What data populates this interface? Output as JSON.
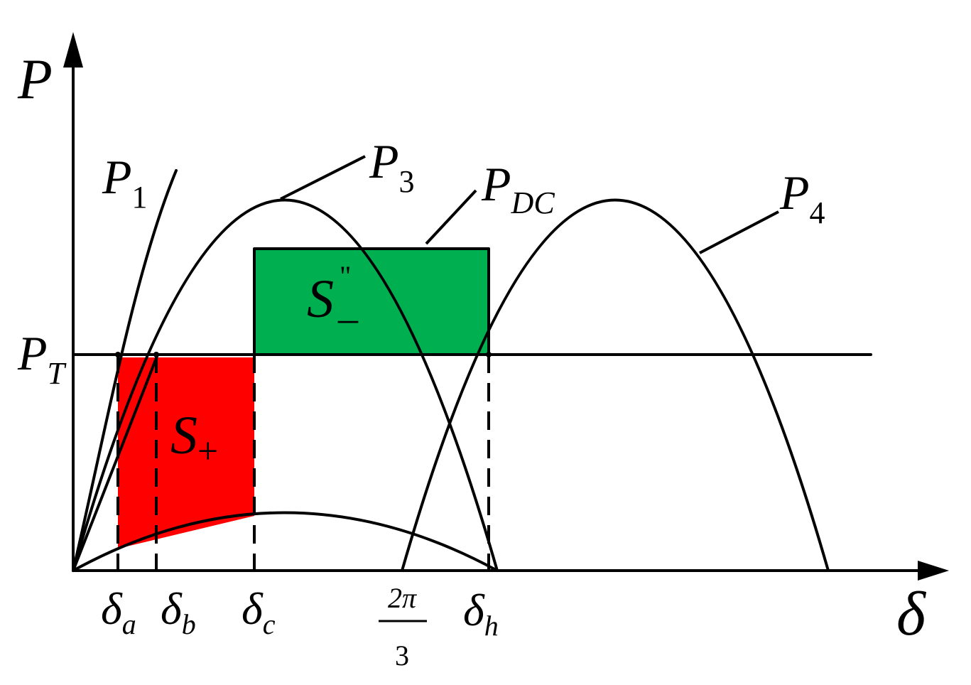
{
  "colors": {
    "s_plus_fill": "#ff0000",
    "s_minus_fill": "#00b050",
    "line": "#000000",
    "background": "#ffffff"
  },
  "axes": {
    "y_symbol": "P",
    "x_symbol": "δ"
  },
  "levels": {
    "pt_label": {
      "main": "P",
      "sub": "T"
    }
  },
  "curve_labels": {
    "p1": {
      "main": "P",
      "sub": "1"
    },
    "p3": {
      "main": "P",
      "sub": "3"
    },
    "pdc": {
      "main": "P",
      "sub": "DC"
    },
    "p4": {
      "main": "P",
      "sub": "4"
    }
  },
  "areas": {
    "s_plus": {
      "main": "S",
      "sub": "+"
    },
    "s_minus": {
      "main": "S",
      "sup": "\"",
      "sub": "–"
    }
  },
  "x_ticks": {
    "delta_a": {
      "main": "δ",
      "sub": "a"
    },
    "delta_b": {
      "main": "δ",
      "sub": "b"
    },
    "delta_c": {
      "main": "δ",
      "sub": "c"
    },
    "two_pi_over_3": {
      "num": "2π",
      "den": "3"
    },
    "delta_h": {
      "main": "δ",
      "sub": "h"
    }
  }
}
